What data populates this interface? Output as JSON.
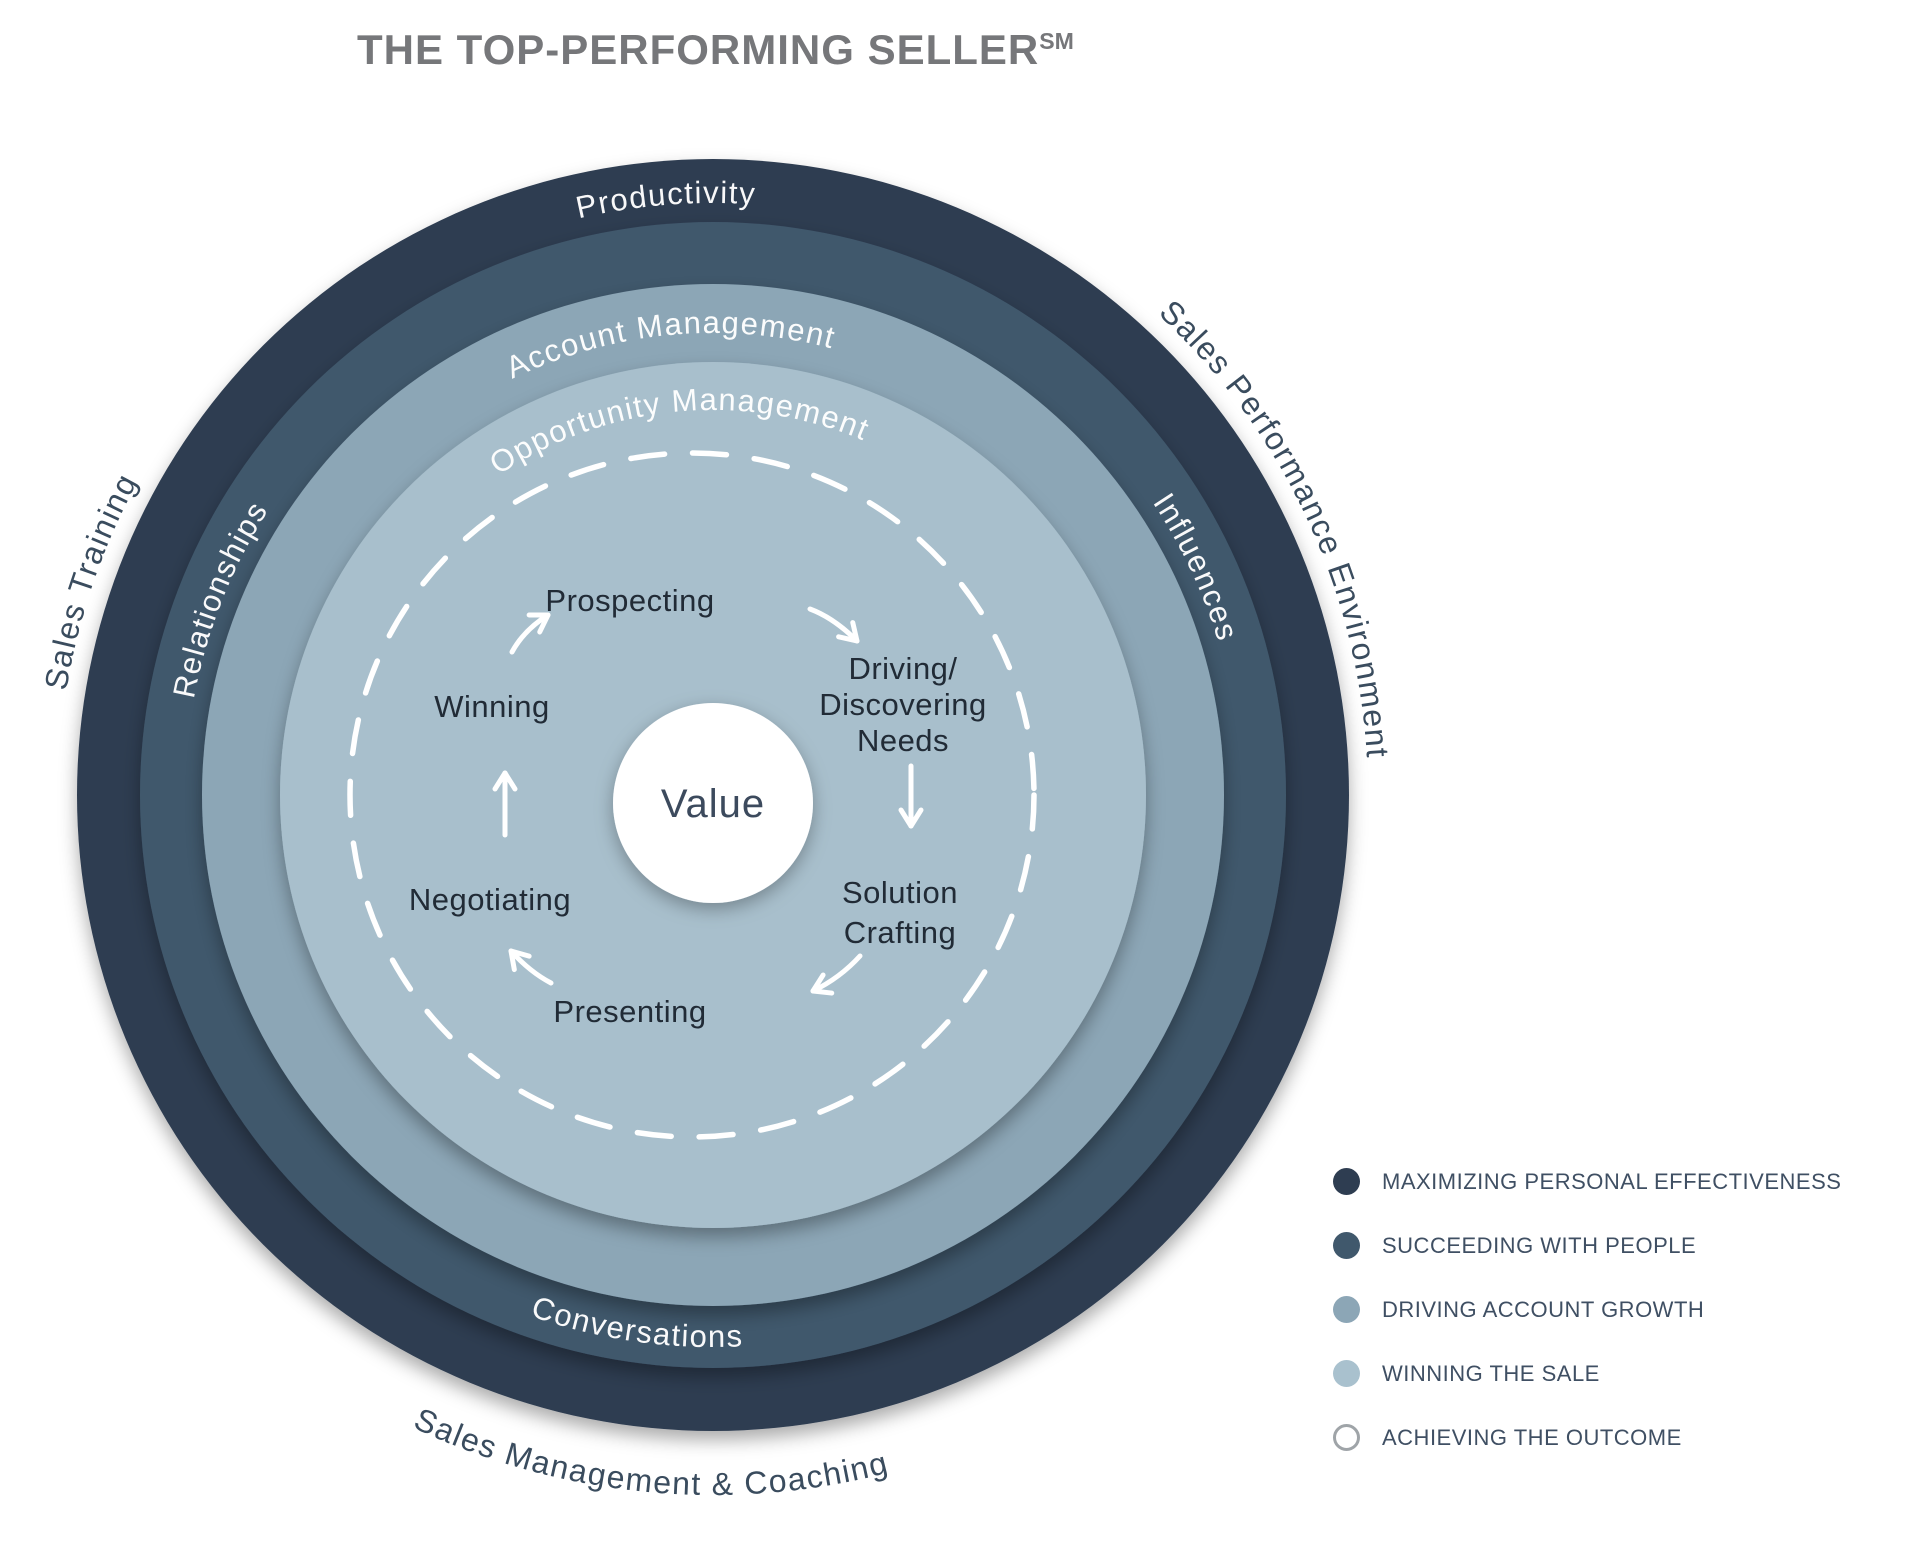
{
  "title": {
    "text": "THE TOP-PERFORMING SELLER",
    "trademark": "SM"
  },
  "colors": {
    "ring1": "#2e3d51",
    "ring2": "#40586c",
    "ring3": "#8ca6b6",
    "ring4": "#a8bfcc",
    "center_circle": "#ffffff",
    "dashed_stroke": "#ffffff",
    "title_text": "#76777a",
    "outside_label_text": "#3a4c5e",
    "cycle_text": "#212b36",
    "value_text": "#3c4a5d",
    "legend_text": "#3f4f63",
    "legend_outline": "#9fa4a8"
  },
  "labels": {
    "productivity": "Productivity",
    "relationships": "Relationships",
    "influences": "Influences",
    "conversations": "Conversations",
    "account_management": "Account Management",
    "opportunity_management": "Opportunity Management",
    "sales_training": "Sales Training",
    "sales_performance_environment": "Sales Performance Environment",
    "sales_management_coaching": "Sales Management & Coaching",
    "value": "Value"
  },
  "cycle": {
    "prospecting": "Prospecting",
    "driving_line1": "Driving/",
    "driving_line2": "Discovering",
    "driving_line3": "Needs",
    "solution_line1": "Solution",
    "solution_line2": "Crafting",
    "presenting": "Presenting",
    "negotiating": "Negotiating",
    "winning": "Winning"
  },
  "legend": {
    "items": [
      {
        "label": "MAXIMIZING PERSONAL EFFECTIVENESS",
        "color": "#2e3d51",
        "filled": true
      },
      {
        "label": "SUCCEEDING WITH PEOPLE",
        "color": "#40586c",
        "filled": true
      },
      {
        "label": "DRIVING ACCOUNT GROWTH",
        "color": "#8ca6b6",
        "filled": true
      },
      {
        "label": "WINNING THE SALE",
        "color": "#a9c1ce",
        "filled": true
      },
      {
        "label": "ACHIEVING THE OUTCOME",
        "color": "#ffffff",
        "filled": false
      }
    ]
  }
}
